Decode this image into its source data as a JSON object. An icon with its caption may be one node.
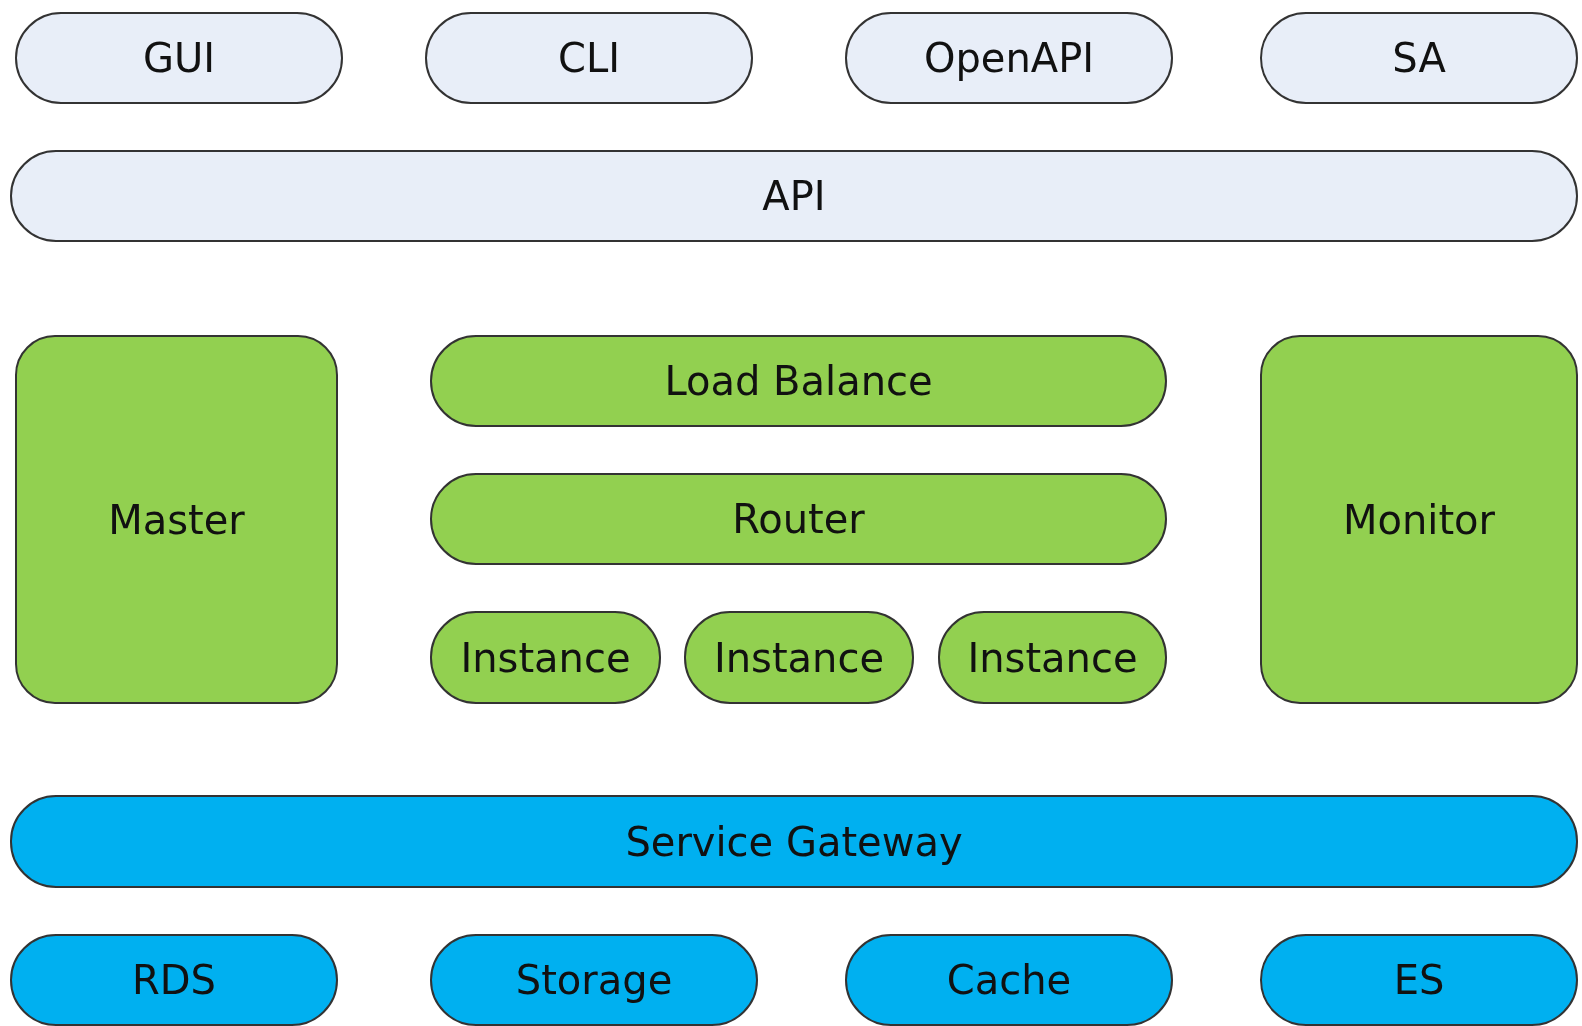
{
  "diagram": {
    "nodes": [
      {
        "text": [
          "GUI"
        ]
      },
      {
        "text": [
          "CLI"
        ]
      },
      {
        "text": [
          "OpenAPI"
        ]
      },
      {
        "text": [
          "SA"
        ]
      },
      {
        "text": [
          "API"
        ]
      },
      {
        "text": [
          "Master"
        ]
      },
      {
        "text": [
          "Load Balance"
        ]
      },
      {
        "text": [
          "Router"
        ]
      },
      {
        "text": [
          "Instance"
        ]
      },
      {
        "text": [
          "Instance"
        ]
      },
      {
        "text": [
          "Instance"
        ]
      },
      {
        "text": [
          "Monitor"
        ]
      },
      {
        "text": [
          "Service Gateway"
        ]
      },
      {
        "text": [
          "RDS"
        ]
      },
      {
        "text": [
          "Storage"
        ]
      },
      {
        "text": [
          "Cache"
        ]
      },
      {
        "text": [
          "ES"
        ]
      }
    ]
  }
}
